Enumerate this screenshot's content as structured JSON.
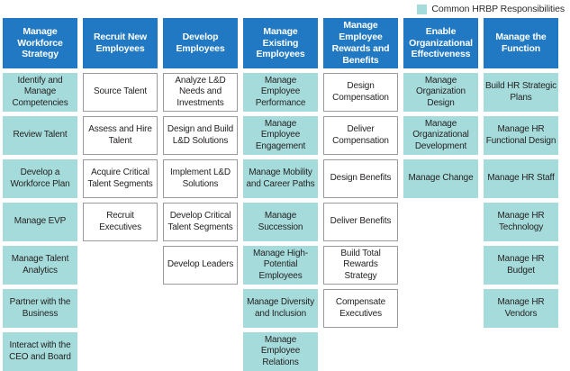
{
  "legend": {
    "label": "Common HRBP Responsibilities",
    "swatch_color": "#a5dcdb"
  },
  "colors": {
    "header_blue": "#2079c2",
    "teal": "#a5dcdb",
    "white": "#ffffff",
    "box_border": "#9a9a9a",
    "text_dark": "#231f20"
  },
  "columns": [
    {
      "header": "Manage Workforce Strategy",
      "cells": [
        {
          "label": "Identify and Manage Competencies",
          "style": "teal"
        },
        {
          "label": "Review Talent",
          "style": "teal"
        },
        {
          "label": "Develop a Workforce Plan",
          "style": "teal"
        },
        {
          "label": "Manage EVP",
          "style": "teal"
        },
        {
          "label": "Manage Talent Analytics",
          "style": "teal"
        },
        {
          "label": "Partner with the Business",
          "style": "teal"
        },
        {
          "label": "Interact with the CEO and Board",
          "style": "teal"
        }
      ]
    },
    {
      "header": "Recruit New Employees",
      "cells": [
        {
          "label": "Source Talent",
          "style": "white"
        },
        {
          "label": "Assess and Hire Talent",
          "style": "white"
        },
        {
          "label": "Acquire Critical Talent Segments",
          "style": "white"
        },
        {
          "label": "Recruit Executives",
          "style": "white"
        },
        {
          "label": "",
          "style": "empty"
        },
        {
          "label": "",
          "style": "empty"
        },
        {
          "label": "",
          "style": "empty"
        }
      ]
    },
    {
      "header": "Develop Employees",
      "cells": [
        {
          "label": "Analyze L&D Needs and Investments",
          "style": "white"
        },
        {
          "label": "Design and Build L&D Solutions",
          "style": "white"
        },
        {
          "label": "Implement L&D Solutions",
          "style": "white"
        },
        {
          "label": "Develop Critical Talent Segments",
          "style": "white"
        },
        {
          "label": "Develop Leaders",
          "style": "white"
        },
        {
          "label": "",
          "style": "empty"
        },
        {
          "label": "",
          "style": "empty"
        }
      ]
    },
    {
      "header": "Manage Existing Employees",
      "cells": [
        {
          "label": "Manage Employee Performance",
          "style": "teal"
        },
        {
          "label": "Manage Employee Engagement",
          "style": "teal"
        },
        {
          "label": "Manage Mobility and Career Paths",
          "style": "teal"
        },
        {
          "label": "Manage Succession",
          "style": "teal"
        },
        {
          "label": "Manage High-Potential Employees",
          "style": "teal"
        },
        {
          "label": "Manage Diversity and Inclusion",
          "style": "teal"
        },
        {
          "label": "Manage Employee Relations",
          "style": "teal"
        }
      ]
    },
    {
      "header": "Manage Employee Rewards and Benefits",
      "cells": [
        {
          "label": "Design Compensation",
          "style": "white"
        },
        {
          "label": "Deliver Compensation",
          "style": "white"
        },
        {
          "label": "Design Benefits",
          "style": "white"
        },
        {
          "label": "Deliver Benefits",
          "style": "white"
        },
        {
          "label": "Build Total Rewards Strategy",
          "style": "white"
        },
        {
          "label": "Compensate Executives",
          "style": "white"
        },
        {
          "label": "",
          "style": "empty"
        }
      ]
    },
    {
      "header": "Enable Organizational Effectiveness",
      "cells": [
        {
          "label": "Manage Organization Design",
          "style": "teal"
        },
        {
          "label": "Manage Organizational Development",
          "style": "teal"
        },
        {
          "label": "Manage Change",
          "style": "teal"
        },
        {
          "label": "",
          "style": "empty"
        },
        {
          "label": "",
          "style": "empty"
        },
        {
          "label": "",
          "style": "empty"
        },
        {
          "label": "",
          "style": "empty"
        }
      ]
    },
    {
      "header": "Manage the Function",
      "cells": [
        {
          "label": "Build HR Strategic Plans",
          "style": "teal"
        },
        {
          "label": "Manage HR Functional Design",
          "style": "teal"
        },
        {
          "label": "Manage HR Staff",
          "style": "teal"
        },
        {
          "label": "Manage HR Technology",
          "style": "teal"
        },
        {
          "label": "Manage HR Budget",
          "style": "teal"
        },
        {
          "label": "Manage HR Vendors",
          "style": "teal"
        },
        {
          "label": "",
          "style": "empty"
        }
      ]
    }
  ]
}
